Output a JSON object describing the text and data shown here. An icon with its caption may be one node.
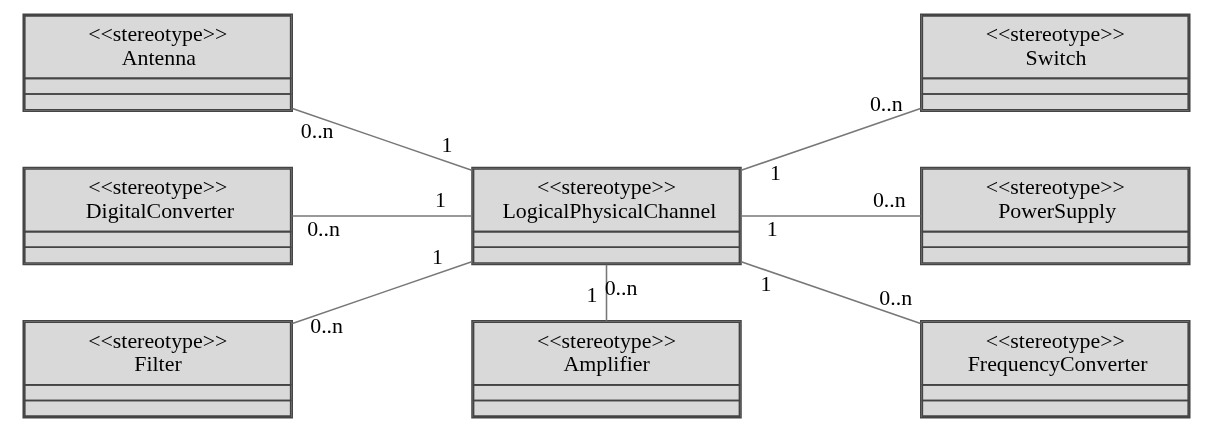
{
  "diagram": {
    "nodes": [
      {
        "text": [
          "<<stereotype>>",
          "Antenna"
        ]
      },
      {
        "text": [
          "<<stereotype>>",
          "LogicalPhysicalChannel"
        ]
      },
      {
        "text": [
          "<<stereotype>>",
          "Switch"
        ]
      },
      {
        "text": [
          "<<stereotype>>",
          "DigitalConverter"
        ]
      },
      {
        "text": [
          "<<stereotype>>",
          "PowerSupply"
        ]
      },
      {
        "text": [
          "<<stereotype>>",
          "Filter"
        ]
      },
      {
        "text": [
          "<<stereotype>>",
          "Amplifier"
        ]
      },
      {
        "text": [
          "<<stereotype>>",
          "FrequencyConverter"
        ]
      }
    ],
    "edges": [
      {
        "from": 0,
        "to": 1,
        "arrow": "none"
      },
      {
        "from": 1,
        "to": 2,
        "arrow": "none"
      },
      {
        "from": 3,
        "to": 1,
        "arrow": "none"
      },
      {
        "from": 1,
        "to": 4,
        "arrow": "none"
      },
      {
        "from": 5,
        "to": 1,
        "arrow": "none"
      },
      {
        "from": 1,
        "to": 6,
        "arrow": "none"
      },
      {
        "from": 1,
        "to": 7,
        "arrow": "none"
      }
    ],
    "labels": [
      "0..n",
      "1",
      "1",
      "0..n",
      "1",
      "1",
      "1",
      "1",
      "1",
      "0..n",
      "0..n",
      "0..n",
      "0..n",
      "0..n"
    ]
  }
}
